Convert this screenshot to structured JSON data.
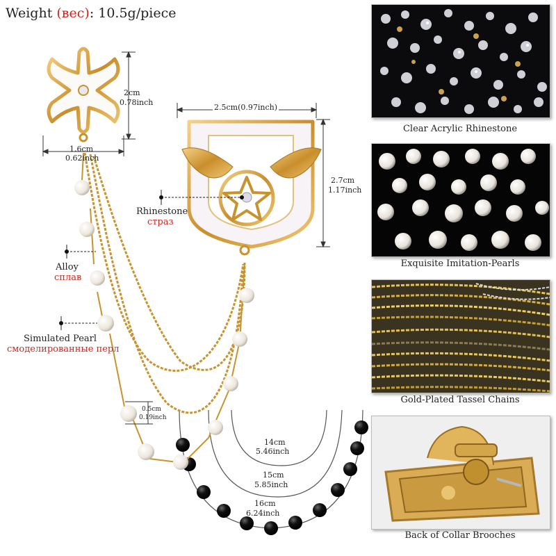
{
  "header": {
    "prefix": "Weight",
    "ru": "(вес)",
    "suffix": ": 10.5g/piece"
  },
  "dimensions": {
    "cross_h_cm": "2cm",
    "cross_h_inch": "0.78inch",
    "cross_w_cm": "1.6cm",
    "cross_w_inch": "0.62inch",
    "shield_w": "2.5cm(0.97inch)",
    "shield_h_cm": "2.7cm",
    "shield_h_inch": "1.17inch",
    "pearl_cm": "0.5cm",
    "pearl_inch": "0.19inch",
    "chain1_cm": "14cm",
    "chain1_inch": "5.46inch",
    "chain2_cm": "15cm",
    "chain2_inch": "5.85inch",
    "chain3_cm": "16cm",
    "chain3_inch": "6.24inch"
  },
  "callouts": {
    "rhinestone_en": "Rhinestone",
    "rhinestone_ru": "страз",
    "alloy_en": "Alloy",
    "alloy_ru": "сплав",
    "pearl_en": "Simulated Pearl",
    "pearl_ru": "смоделированные перл"
  },
  "panels": [
    {
      "caption": "Clear Acrylic Rhinestone"
    },
    {
      "caption": "Exquisite Imitation-Pearls"
    },
    {
      "caption": "Gold-Plated Tassel Chains"
    },
    {
      "caption": "Back of Collar Brooches"
    }
  ],
  "colors": {
    "gold": "#d9a548",
    "russian_red": "#d0261e",
    "pearl": "#f3efe8",
    "black_bead": "#0d0d0d"
  }
}
